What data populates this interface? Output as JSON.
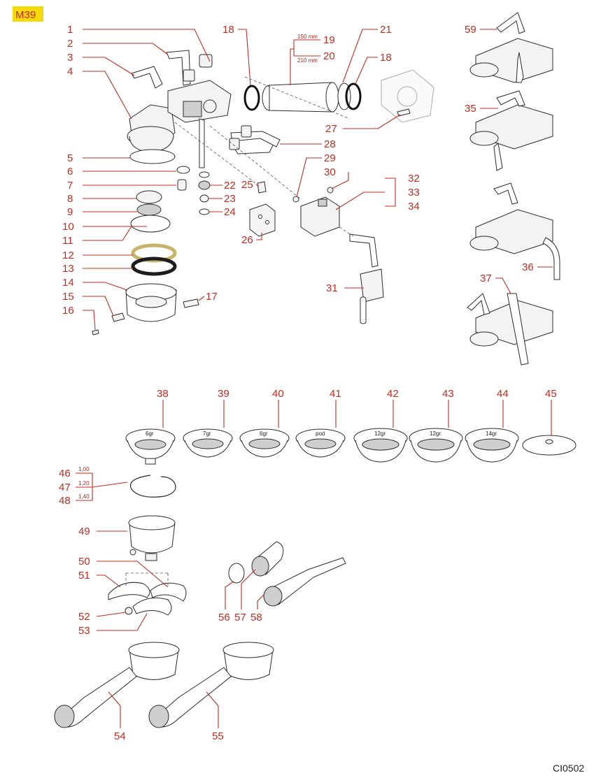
{
  "page": {
    "tag": "M39",
    "tag_color": "#f5d90a",
    "accent_color": "#c62a1e",
    "code": "CI0502"
  },
  "callouts": {
    "n1": "1",
    "n2": "2",
    "n3": "3",
    "n4": "4",
    "n5": "5",
    "n6": "6",
    "n7": "7",
    "n8": "8",
    "n9": "9",
    "n10": "10",
    "n11": "11",
    "n12": "12",
    "n13": "13",
    "n14": "14",
    "n15": "15",
    "n16": "16",
    "n17": "17",
    "n18a": "18",
    "n18b": "18",
    "n19": "19",
    "n20": "20",
    "n21": "21",
    "n22": "22",
    "n23": "23",
    "n24": "24",
    "n25": "25",
    "n26": "26",
    "n27": "27",
    "n28": "28",
    "n29": "29",
    "n30": "30",
    "n31": "31",
    "n32": "32",
    "n33": "33",
    "n34": "34",
    "n35": "35",
    "n36": "36",
    "n37": "37",
    "n38": "38",
    "n39": "39",
    "n40": "40",
    "n41": "41",
    "n42": "42",
    "n43": "43",
    "n44": "44",
    "n45": "45",
    "n46": "46",
    "n47": "47",
    "n48": "48",
    "n49": "49",
    "n50": "50",
    "n51": "51",
    "n52": "52",
    "n53": "53",
    "n54": "54",
    "n55": "55",
    "n56": "56",
    "n57": "57",
    "n58": "58",
    "n59": "59"
  },
  "sub_labels": {
    "len_150": "150 mm",
    "len_210": "210 mm",
    "thk_100": "1,00",
    "thk_120": "1,20",
    "thk_140": "1,40"
  },
  "baskets": {
    "b38": "6gr",
    "b39": "7gr",
    "b40": "6gr",
    "b41": "pod",
    "b42": "12gr",
    "b43": "12gr",
    "b44": "14gr"
  }
}
